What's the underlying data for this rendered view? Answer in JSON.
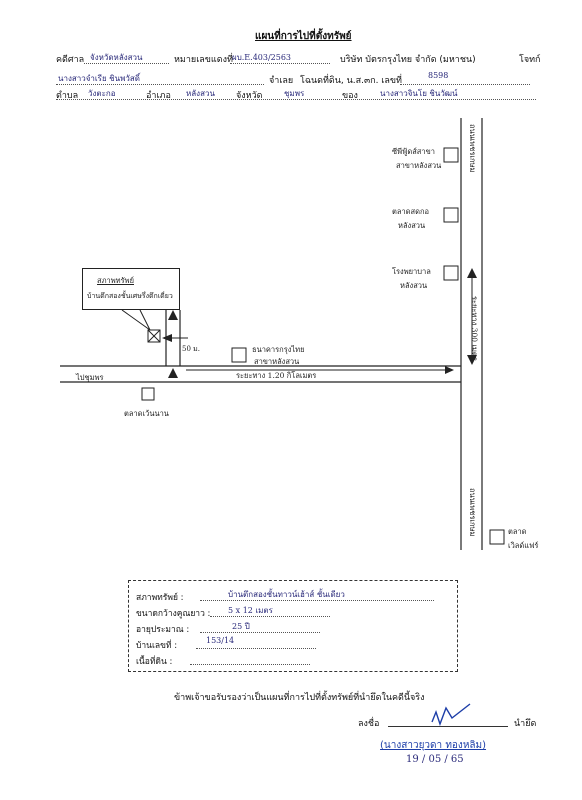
{
  "title": "แผนที่การไปที่ตั้งทรัพย์",
  "header": {
    "court_label": "คดีศาล",
    "court_value": "จังหวัดหลังสวน",
    "case_label": "หมายเลขแดงที่",
    "case_value": "ผบ.E.403/2563",
    "plaintiff_value": "บริษัท บัตรกรุงไทย จำกัด (มหาชน)",
    "plaintiff_role": "โจทก์",
    "defendant_value": "นางสาวจำเรีย ชินพวัสดิ์",
    "defendant_role": "จำเลย",
    "deed_label": "โฉนดที่ดิน, น.ส.๓ก. เลขที่",
    "deed_value": "8598",
    "subdistrict_label": "ตำบล",
    "subdistrict_value": "วังตะกอ",
    "district_label": "อำเภอ",
    "district_value": "หลังสวน",
    "province_label": "จังหวัด",
    "province_value": "ชุมพร",
    "owner_label": "ของ",
    "owner_value": "นางสาวจินโย ชินวัฒน์"
  },
  "map": {
    "road_right_top": "ถนนเพชรเกษม",
    "road_right_mid": "ระยะทาง 300 เมตร",
    "road_right_bottom": "ถนนเพชรเกษม",
    "road_left": "ไปชุมพร",
    "road_distance": "ระยะทาง 1.20 กิโลเมตร",
    "landmark_1": "ซีพีฟู้ดส์สาขา",
    "landmark_1b": "สาขาหลังสวน",
    "landmark_2": "ตลาดสดกอ",
    "landmark_2b": "หลังสวน",
    "landmark_3": "โรงพยาบาล",
    "landmark_3b": "หลังสวน",
    "landmark_4": "ธนาคารกรุงไทย",
    "landmark_4b": "สาขาหลังสวน",
    "landmark_5": "ตลาดเว้นนาน",
    "landmark_6": "ตลาด",
    "landmark_6b": "เวิลด์แฟร์",
    "property_callout_1": "สภาพทรัพย์",
    "property_callout_2": "บ้านตึกสองชั้นเศษรึ่งตึกเดี่ยว",
    "side_distance": "50 ม."
  },
  "property": {
    "type_label": "สภาพทรัพย์ :",
    "type_value": "บ้านตึกสองชั้นทาวน์เฮ้าส์ ชั้นเดียว",
    "size_label": "ขนาดกว้างคูณยาว :",
    "size_value": "5 x 12 เมตร",
    "age_label": "อายุประมาณ :",
    "age_value": "25 ปี",
    "house_label": "บ้านเลขที่ :",
    "house_value": "153/14",
    "area_label": "เนื้อที่ดิน :",
    "area_value": ""
  },
  "certify": "ข้าพเจ้าขอรับรองว่าเป็นแผนที่การไปที่ตั้งทรัพย์ที่นำยึดในคดีนี้จริง",
  "signature": {
    "sign_label": "ลงชื่อ",
    "role": "นำยึด",
    "name": "(นางสาวยุวดา ทองหลิม)",
    "date": "19 / 05 / 65"
  }
}
